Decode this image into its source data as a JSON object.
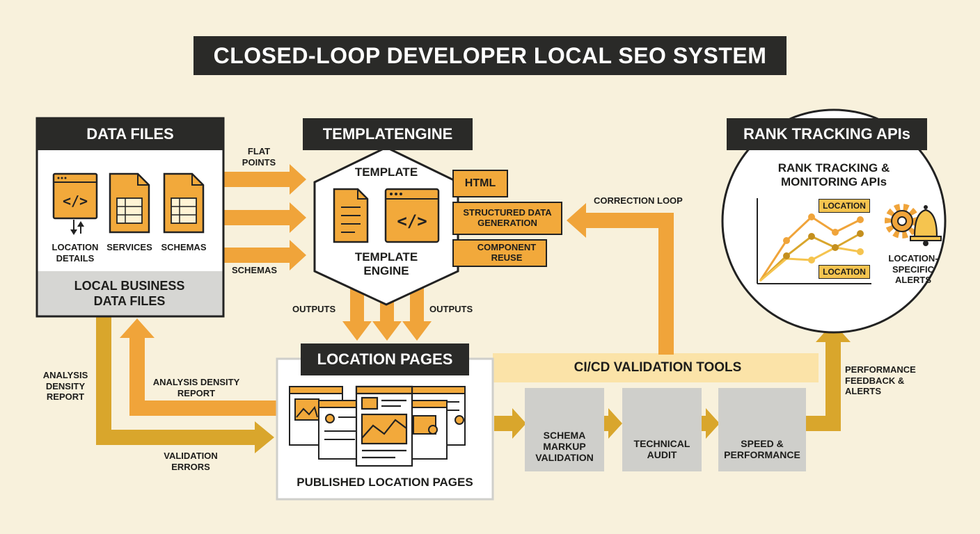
{
  "title": "CLOSED-LOOP DEVELOPER LOCAL SEO SYSTEM",
  "data_files": {
    "header": "DATA FILES",
    "items": [
      "LOCATION DETAILS",
      "SERVICES",
      "SCHEMAS"
    ],
    "footer": "LOCAL BUSINESS DATA FILES"
  },
  "template_engine": {
    "header": "TEMPLATENGINE",
    "top_label": "TEMPLATE",
    "bottom_label": "TEMPLATE ENGINE",
    "tags": [
      "HTML",
      "STRUCTURED DATA GENERATION",
      "COMPONENT REUSE"
    ]
  },
  "rank_tracking": {
    "header": "RANK TRACKING APIs",
    "title": "RANK TRACKING & MONITORING APIs",
    "chart_labels": [
      "LOCATION",
      "LOCATION"
    ],
    "alerts_label": "LOCATION-SPECIFIC ALERTS"
  },
  "location_pages": {
    "header": "LOCATION PAGES",
    "footer": "PUBLISHED LOCATION PAGES"
  },
  "cicd": {
    "header": "CI/CD VALIDATION TOOLS",
    "tools": [
      "SCHEMA MARKUP VALIDATION",
      "TECHNICAL AUDIT",
      "SPEED & PERFORMANCE"
    ]
  },
  "flow_labels": {
    "flat_points": "FLAT POINTS",
    "schemas": "SCHEMAS",
    "outputs_left": "OUTPUTS",
    "outputs_right": "OUTPUTS",
    "correction_loop": "CORRECTION LOOP",
    "analysis_left": "ANALYSIS DENSITY REPORT",
    "analysis_inner": "ANALYSIS DENSITY REPORT",
    "validation_errors": "VALIDATION ERRORS",
    "performance_feedback": "PERFORMANCE FEEDBACK & ALERTS"
  },
  "icons": [
    "code-file-icon",
    "spreadsheet-icon",
    "document-icon",
    "code-window-icon",
    "refresh-icon",
    "checkmark-icon",
    "magnifier-icon",
    "bar-chart-icon",
    "gear-icon",
    "bell-icon",
    "map-pin-icon",
    "image-icon"
  ],
  "colors": {
    "background": "#f8f1dc",
    "dark": "#2a2a28",
    "orange": "#f2a93b",
    "arrow_orange": "#f0a43a",
    "arrow_gold": "#d9a62c",
    "highlight_band": "#fbe6b3",
    "tool_gray": "#cfcfcb"
  }
}
